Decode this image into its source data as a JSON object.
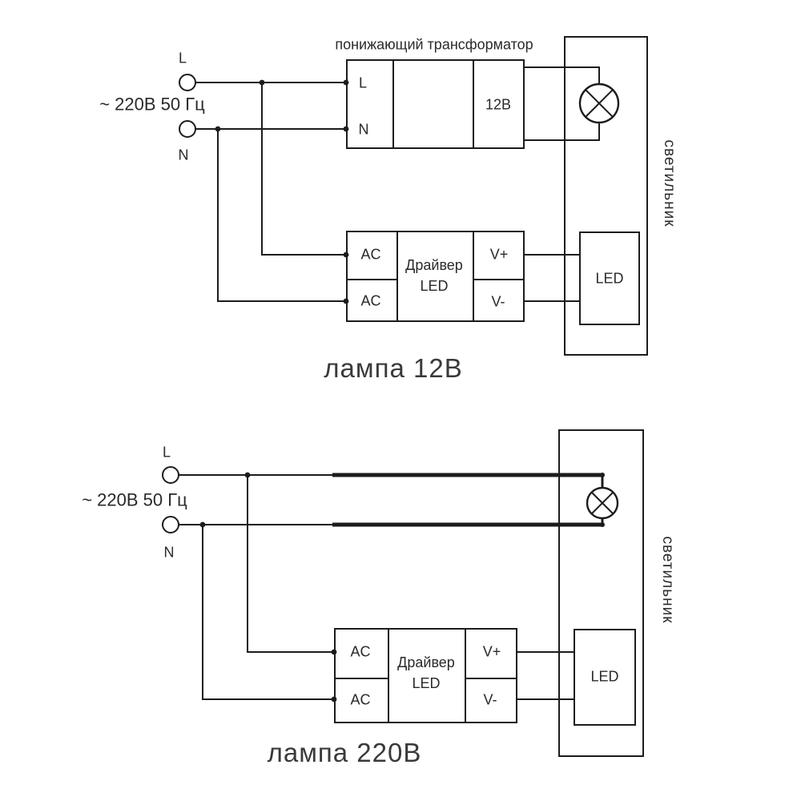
{
  "colors": {
    "line": "#1c1c1c",
    "text": "#2a2a2a",
    "caption": "#3a3a3a",
    "background": "#ffffff"
  },
  "icons": {
    "lamp": "lamp-circle-cross-icon",
    "terminal": "terminal-circle-icon"
  },
  "top": {
    "caption": "лампа 12В",
    "source": {
      "l": "L",
      "n": "N",
      "voltage": "~ 220В 50 Гц"
    },
    "transformer": {
      "title": "понижающий трансформатор",
      "in_l": "L",
      "in_n": "N",
      "out": "12В"
    },
    "driver": {
      "ac1": "AC",
      "ac2": "AC",
      "name_line1": "Драйвер",
      "name_line2": "LED",
      "vplus": "V+",
      "vminus": "V-"
    },
    "luminaire": {
      "label": "светильник",
      "led": "LED"
    }
  },
  "bottom": {
    "caption": "лампа 220В",
    "source": {
      "l": "L",
      "n": "N",
      "voltage": "~ 220В 50 Гц"
    },
    "driver": {
      "ac1": "AC",
      "ac2": "AC",
      "name_line1": "Драйвер",
      "name_line2": "LED",
      "vplus": "V+",
      "vminus": "V-"
    },
    "luminaire": {
      "label": "светильник",
      "led": "LED"
    }
  }
}
